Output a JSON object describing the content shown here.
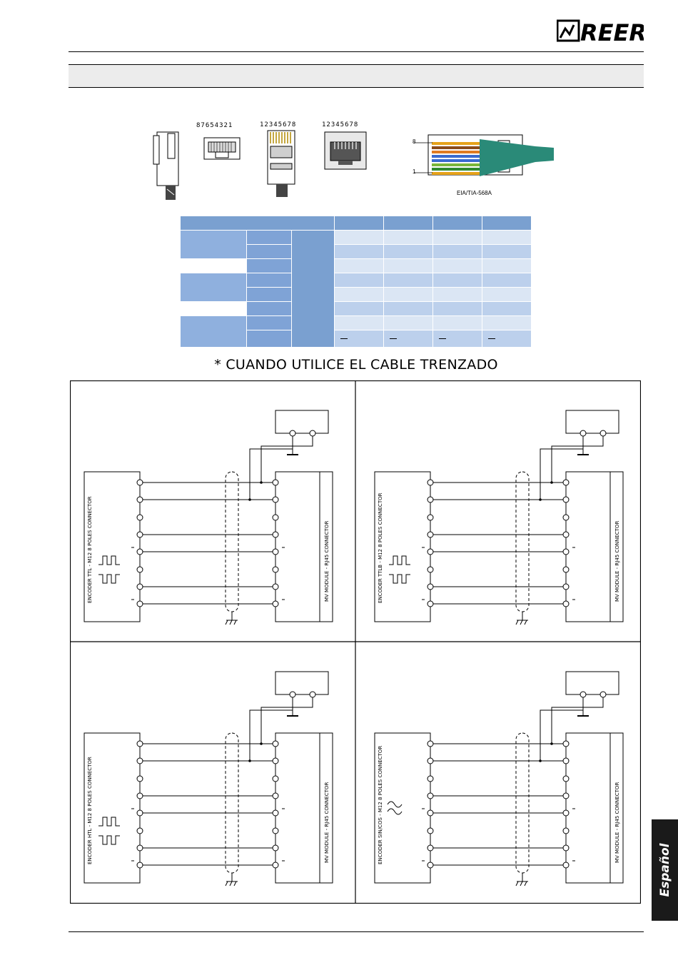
{
  "header": {
    "logo_text": "REER"
  },
  "connectors": {
    "pin_numbers_left": "87654321",
    "pin_numbers_mid": "12345678",
    "pin_numbers_right": "12345678",
    "cable_pin_top": "8",
    "cable_pin_bottom": "1",
    "standard_label": "EIA/TIA-568A"
  },
  "table": {
    "overline_marks": [
      "‾",
      "‾",
      "‾",
      "‾"
    ]
  },
  "note": "* CUANDO UTILICE EL CABLE TRENZADO",
  "diagrams": [
    {
      "encoder_label": "ENCODER TTL - M12 8 POLES CONNECTOR",
      "module_label": "MV MODULE - RJ45 CONNECTOR",
      "signal": "square"
    },
    {
      "encoder_label": "ENCODER TTLB - M12 8 POLES CONNECTOR",
      "module_label": "MV MODULE - RJ45 CONNECTOR",
      "signal": "square"
    },
    {
      "encoder_label": "ENCODER HTL - M12 8 POLES CONNECTOR",
      "module_label": "MV MODULE - RJ45 CONNECTOR",
      "signal": "square"
    },
    {
      "encoder_label": "ENCODER SIN/COS - M12 8 POLES CONNECTOR",
      "module_label": "MV MODULE - RJ45 CONNECTOR",
      "signal": "sine"
    }
  ],
  "language_tab": "Español",
  "colors": {
    "table_header": "#7aa0d0",
    "table_light": "#dbe6f4",
    "table_mid": "#bcd0ec",
    "cable_green": "#2a8a78",
    "tab_bg": "#1a1a1a"
  }
}
